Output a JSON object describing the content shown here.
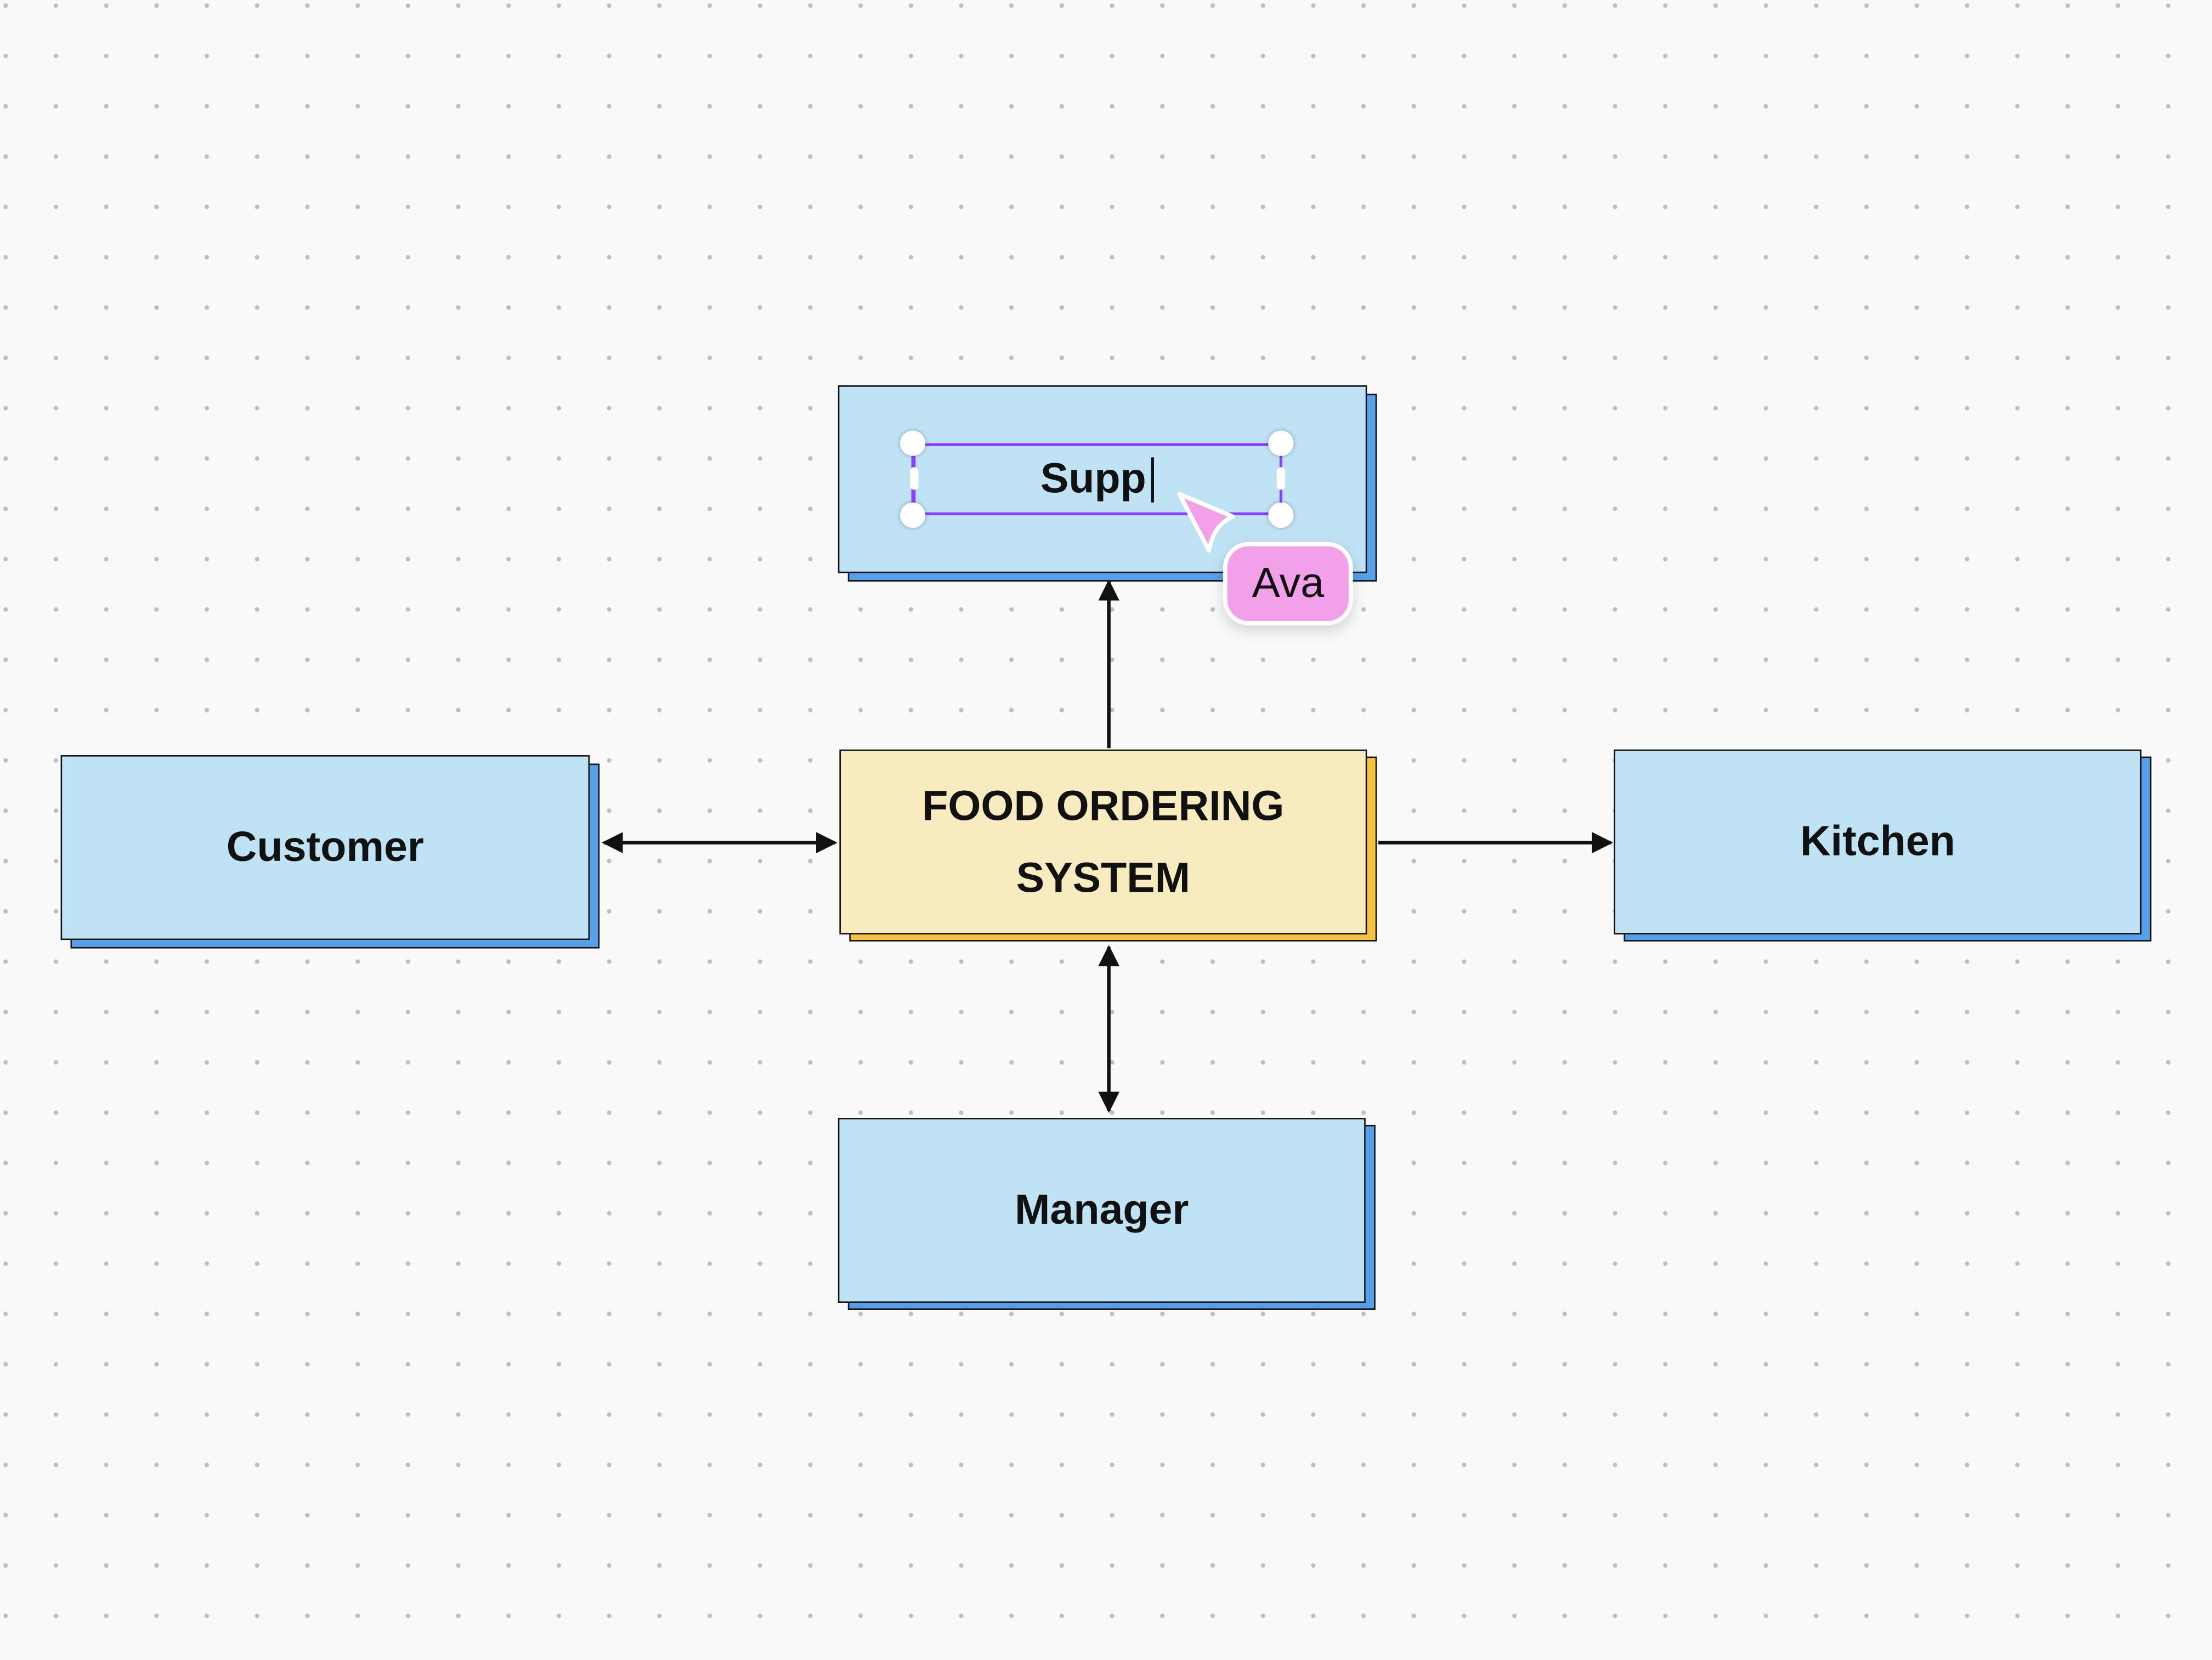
{
  "nodes": {
    "supplier": {
      "label": "Supp",
      "editing": true
    },
    "customer": {
      "label": "Customer"
    },
    "system": {
      "label_line1": "FOOD ORDERING",
      "label_line2": "SYSTEM"
    },
    "kitchen": {
      "label": "Kitchen"
    },
    "manager": {
      "label": "Manager"
    }
  },
  "collaborator": {
    "name": "Ava",
    "color": "#f2a0e8"
  },
  "colors": {
    "entity_fill": "#c0e2f5",
    "entity_shadow": "#579fe8",
    "system_fill": "#f8ebc0",
    "system_shadow": "#f5c242",
    "selection": "#8a3ffc",
    "canvas": "#f9f9f9",
    "grid_dot": "#bcc0c4"
  },
  "edges": [
    {
      "from": "customer",
      "to": "system",
      "direction": "both"
    },
    {
      "from": "system",
      "to": "kitchen",
      "direction": "forward"
    },
    {
      "from": "system",
      "to": "supplier",
      "direction": "forward"
    },
    {
      "from": "system",
      "to": "manager",
      "direction": "both"
    }
  ]
}
